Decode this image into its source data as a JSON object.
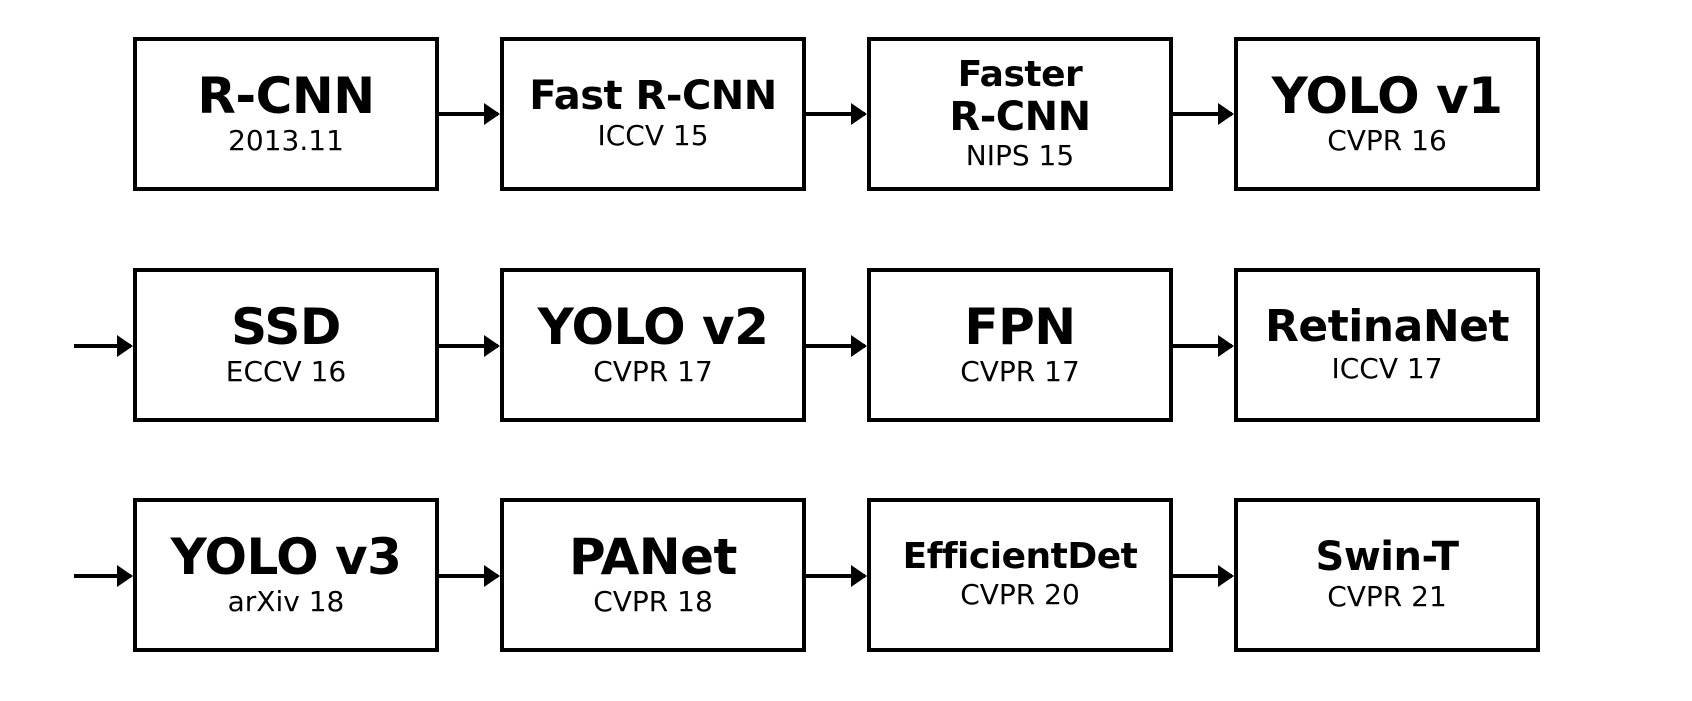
{
  "rows": [
    {
      "boxes": [
        {
          "title": "R-CNN",
          "venue": "2013.11"
        },
        {
          "title": "Fast R-CNN",
          "venue": "ICCV 15"
        },
        {
          "title_line1": "Faster",
          "title_line2": "R-CNN",
          "venue": "NIPS 15"
        },
        {
          "title": "YOLO v1",
          "venue": "CVPR 16"
        }
      ]
    },
    {
      "boxes": [
        {
          "title": "SSD",
          "venue": "ECCV 16"
        },
        {
          "title": "YOLO v2",
          "venue": "CVPR 17"
        },
        {
          "title": "FPN",
          "venue": "CVPR 17"
        },
        {
          "title": "RetinaNet",
          "venue": "ICCV 17"
        }
      ]
    },
    {
      "boxes": [
        {
          "title": "YOLO v3",
          "venue": "arXiv 18"
        },
        {
          "title": "PANet",
          "venue": "CVPR 18"
        },
        {
          "title": "EfficientDet",
          "venue": "CVPR 20"
        },
        {
          "title": "Swin-T",
          "venue": "CVPR 21"
        }
      ]
    }
  ],
  "colors": {
    "stroke": "#000000",
    "background": "#ffffff"
  }
}
